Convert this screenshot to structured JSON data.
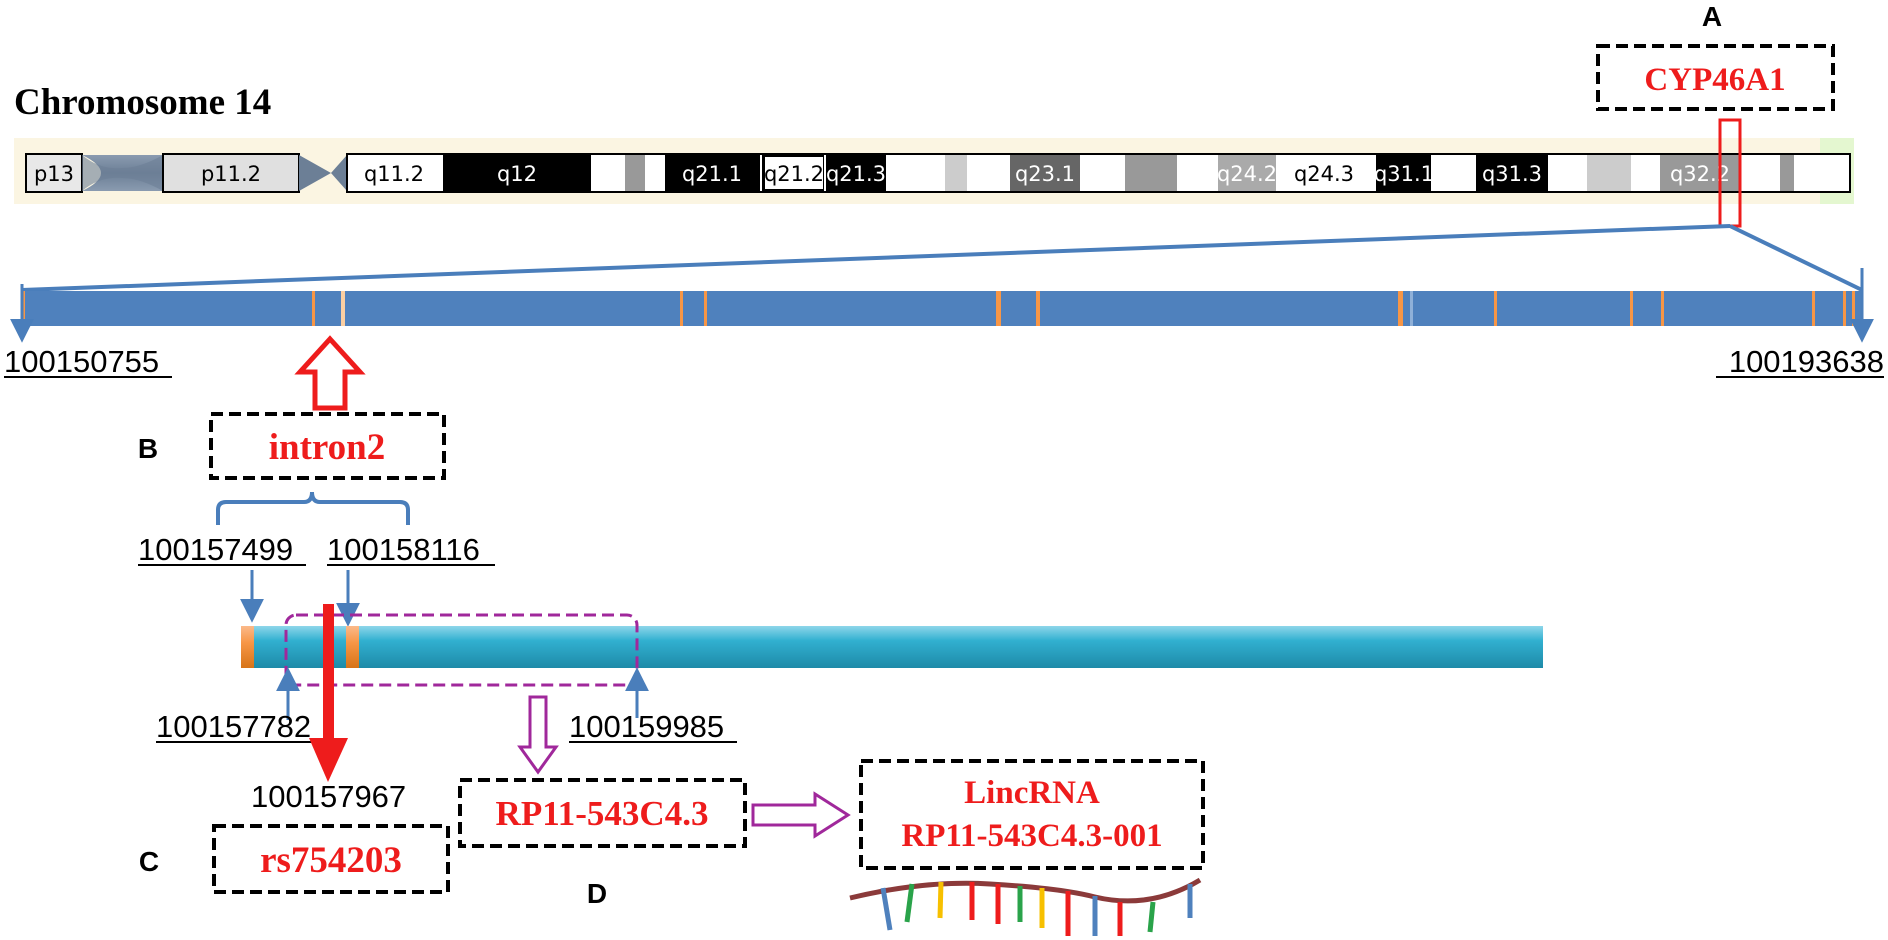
{
  "colors": {
    "gene_bar": "#4f81bd",
    "exon": "#f79646",
    "transcript_bar": "#31b0d0",
    "highlight_red": "#ee1c1c",
    "lnc_purple": "#a0289b",
    "connector_blue": "#4a7ebb",
    "rna_backbone": "#8b3a3a"
  },
  "panel_labels": {
    "a": "A",
    "b": "B",
    "c": "C",
    "d": "D"
  },
  "chromosome": {
    "title": "Chromosome 14",
    "bands": [
      "p13",
      "p11.2",
      "q11.2",
      "q12",
      "q21.1",
      "q21.2",
      "q21.3",
      "q23.1",
      "q24.2",
      "q24.3",
      "q31.1",
      "q31.3",
      "q32.2"
    ]
  },
  "gene": {
    "name": "CYP46A1",
    "start": "100150755",
    "end": "100193638"
  },
  "intron": {
    "label": "intron2",
    "start": "100157499",
    "end": "100158116"
  },
  "lnc_region": {
    "start": "100157782",
    "end": "100159985",
    "name": "RP11-543C4.3"
  },
  "snp": {
    "position": "100157967",
    "id": "rs754203"
  },
  "lincrna": {
    "line1": "LincRNA",
    "line2": "RP11-543C4.3-001"
  }
}
